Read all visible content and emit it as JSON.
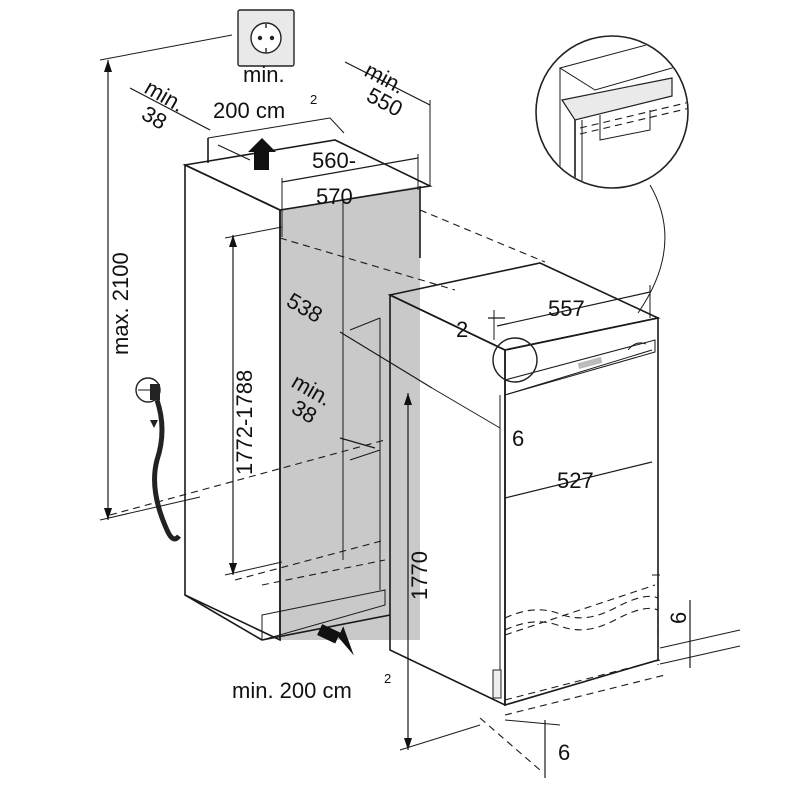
{
  "labels": {
    "vent_top_min": "min.",
    "vent_top_area": "200 cm",
    "vent_top_sup": "2",
    "gap_min_left": "min.",
    "gap_val_left": "38",
    "depth_min": "min.",
    "depth_val": "550",
    "width_range_a": "560-",
    "width_range_b": "570",
    "max_height": "max. 2100",
    "niche_height": "1772-1788",
    "niche_depth": "538",
    "gap_min_inner": "min.",
    "gap_val_inner": "38",
    "appliance_width_top": "557",
    "gap_two": "2",
    "offset_six_mid": "6",
    "door_width": "527",
    "appliance_height": "1770",
    "foot_six_right": "6",
    "foot_six_bottom": "6",
    "vent_bottom": "min. 200 cm",
    "vent_bottom_sup": "2"
  },
  "icons": {
    "socket": "power-socket-icon",
    "water_tap": "water-connection-icon",
    "arrow_up": "air-outflow-arrow-icon",
    "arrow_in": "air-inflow-arrow-icon",
    "magnifier": "detail-magnifier-icon"
  }
}
